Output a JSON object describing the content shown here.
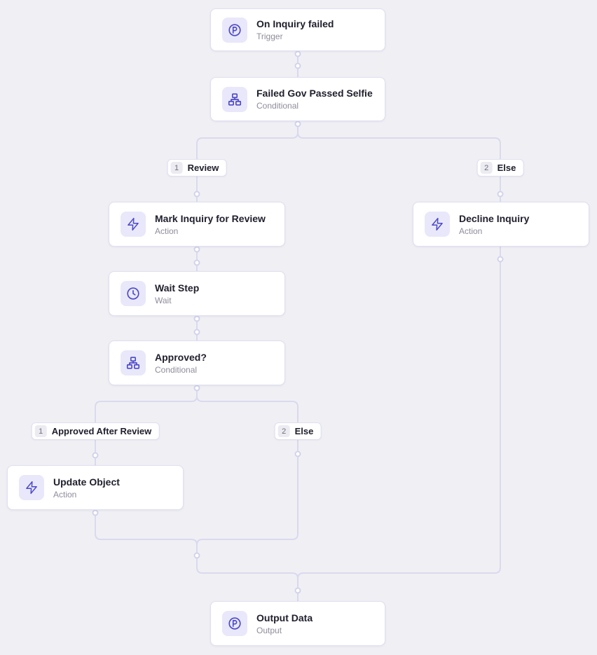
{
  "workflow": {
    "nodes": {
      "trigger": {
        "title": "On Inquiry failed",
        "subtitle": "Trigger",
        "icon": "persona-icon"
      },
      "failed_gov": {
        "title": "Failed Gov Passed Selfie",
        "subtitle": "Conditional",
        "icon": "sitemap-icon"
      },
      "mark": {
        "title": "Mark Inquiry for Review",
        "subtitle": "Action",
        "icon": "bolt-icon"
      },
      "decline": {
        "title": "Decline Inquiry",
        "subtitle": "Action",
        "icon": "bolt-icon"
      },
      "wait": {
        "title": "Wait Step",
        "subtitle": "Wait",
        "icon": "clock-icon"
      },
      "approved": {
        "title": "Approved?",
        "subtitle": "Conditional",
        "icon": "sitemap-icon"
      },
      "update": {
        "title": "Update Object",
        "subtitle": "Action",
        "icon": "bolt-icon"
      },
      "output": {
        "title": "Output Data",
        "subtitle": "Output",
        "icon": "persona-icon"
      }
    },
    "branches": {
      "review": {
        "number": "1",
        "label": "Review"
      },
      "else1": {
        "number": "2",
        "label": "Else"
      },
      "approved": {
        "number": "1",
        "label": "Approved After Review"
      },
      "else2": {
        "number": "2",
        "label": "Else"
      }
    },
    "colors": {
      "background": "#f0f0f4",
      "card_background": "#ffffff",
      "card_border": "#dfdff2",
      "connector_line": "#d9d9ef",
      "icon_background": "#e9e8fa",
      "icon_accent": "#4c49c8",
      "title_text": "#20202e",
      "subtitle_text": "#8d8d9b"
    }
  }
}
